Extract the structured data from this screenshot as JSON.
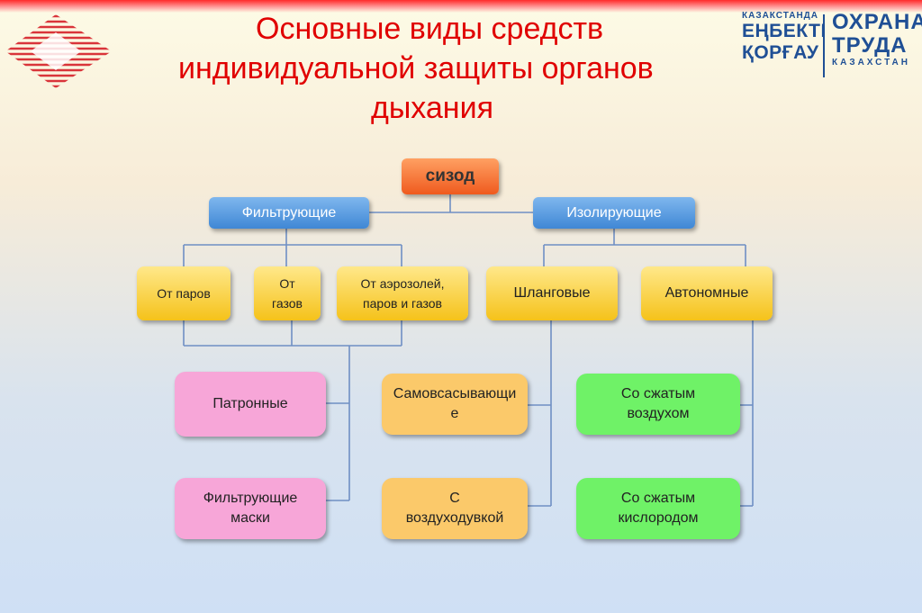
{
  "header": {
    "title_line1": "Основные виды средств",
    "title_line2": "индивидуальной защиты органов",
    "title_line3": "дыхания"
  },
  "brand_left": {
    "small": "КАЗАКСТАНДА",
    "line1": "ЕҢБЕКТІ",
    "line2": "ҚОРҒАУ"
  },
  "brand_right": {
    "line1": "ОХРАНА",
    "line2": "ТРУДА",
    "small": "КАЗАХСТАН"
  },
  "diagram": {
    "root": "сизод",
    "level1": [
      "Фильтрующие",
      "Изолирующие"
    ],
    "filter_types": [
      "От паров",
      "От газов",
      "От аэрозолей, паров и газов"
    ],
    "isolating_types": [
      "Шланговые",
      "Автономные"
    ],
    "filter_devices": [
      "Патронные",
      "Фильтрующие маски"
    ],
    "hose_devices": [
      "Самовсасывающие",
      "С воздуходувкой"
    ],
    "autonomous_devices": [
      "Со сжатым воздухом",
      "Со сжатым кислородом"
    ]
  },
  "colors": {
    "title": "#e00000",
    "root": "#ef5a1e",
    "level1": "#3f87d5",
    "types": "#f5c21a",
    "filter_devices": "#f7a6d8",
    "hose_devices": "#fbc96a",
    "autonomous_devices": "#6ff267",
    "connectors": "#6f8fc4"
  }
}
